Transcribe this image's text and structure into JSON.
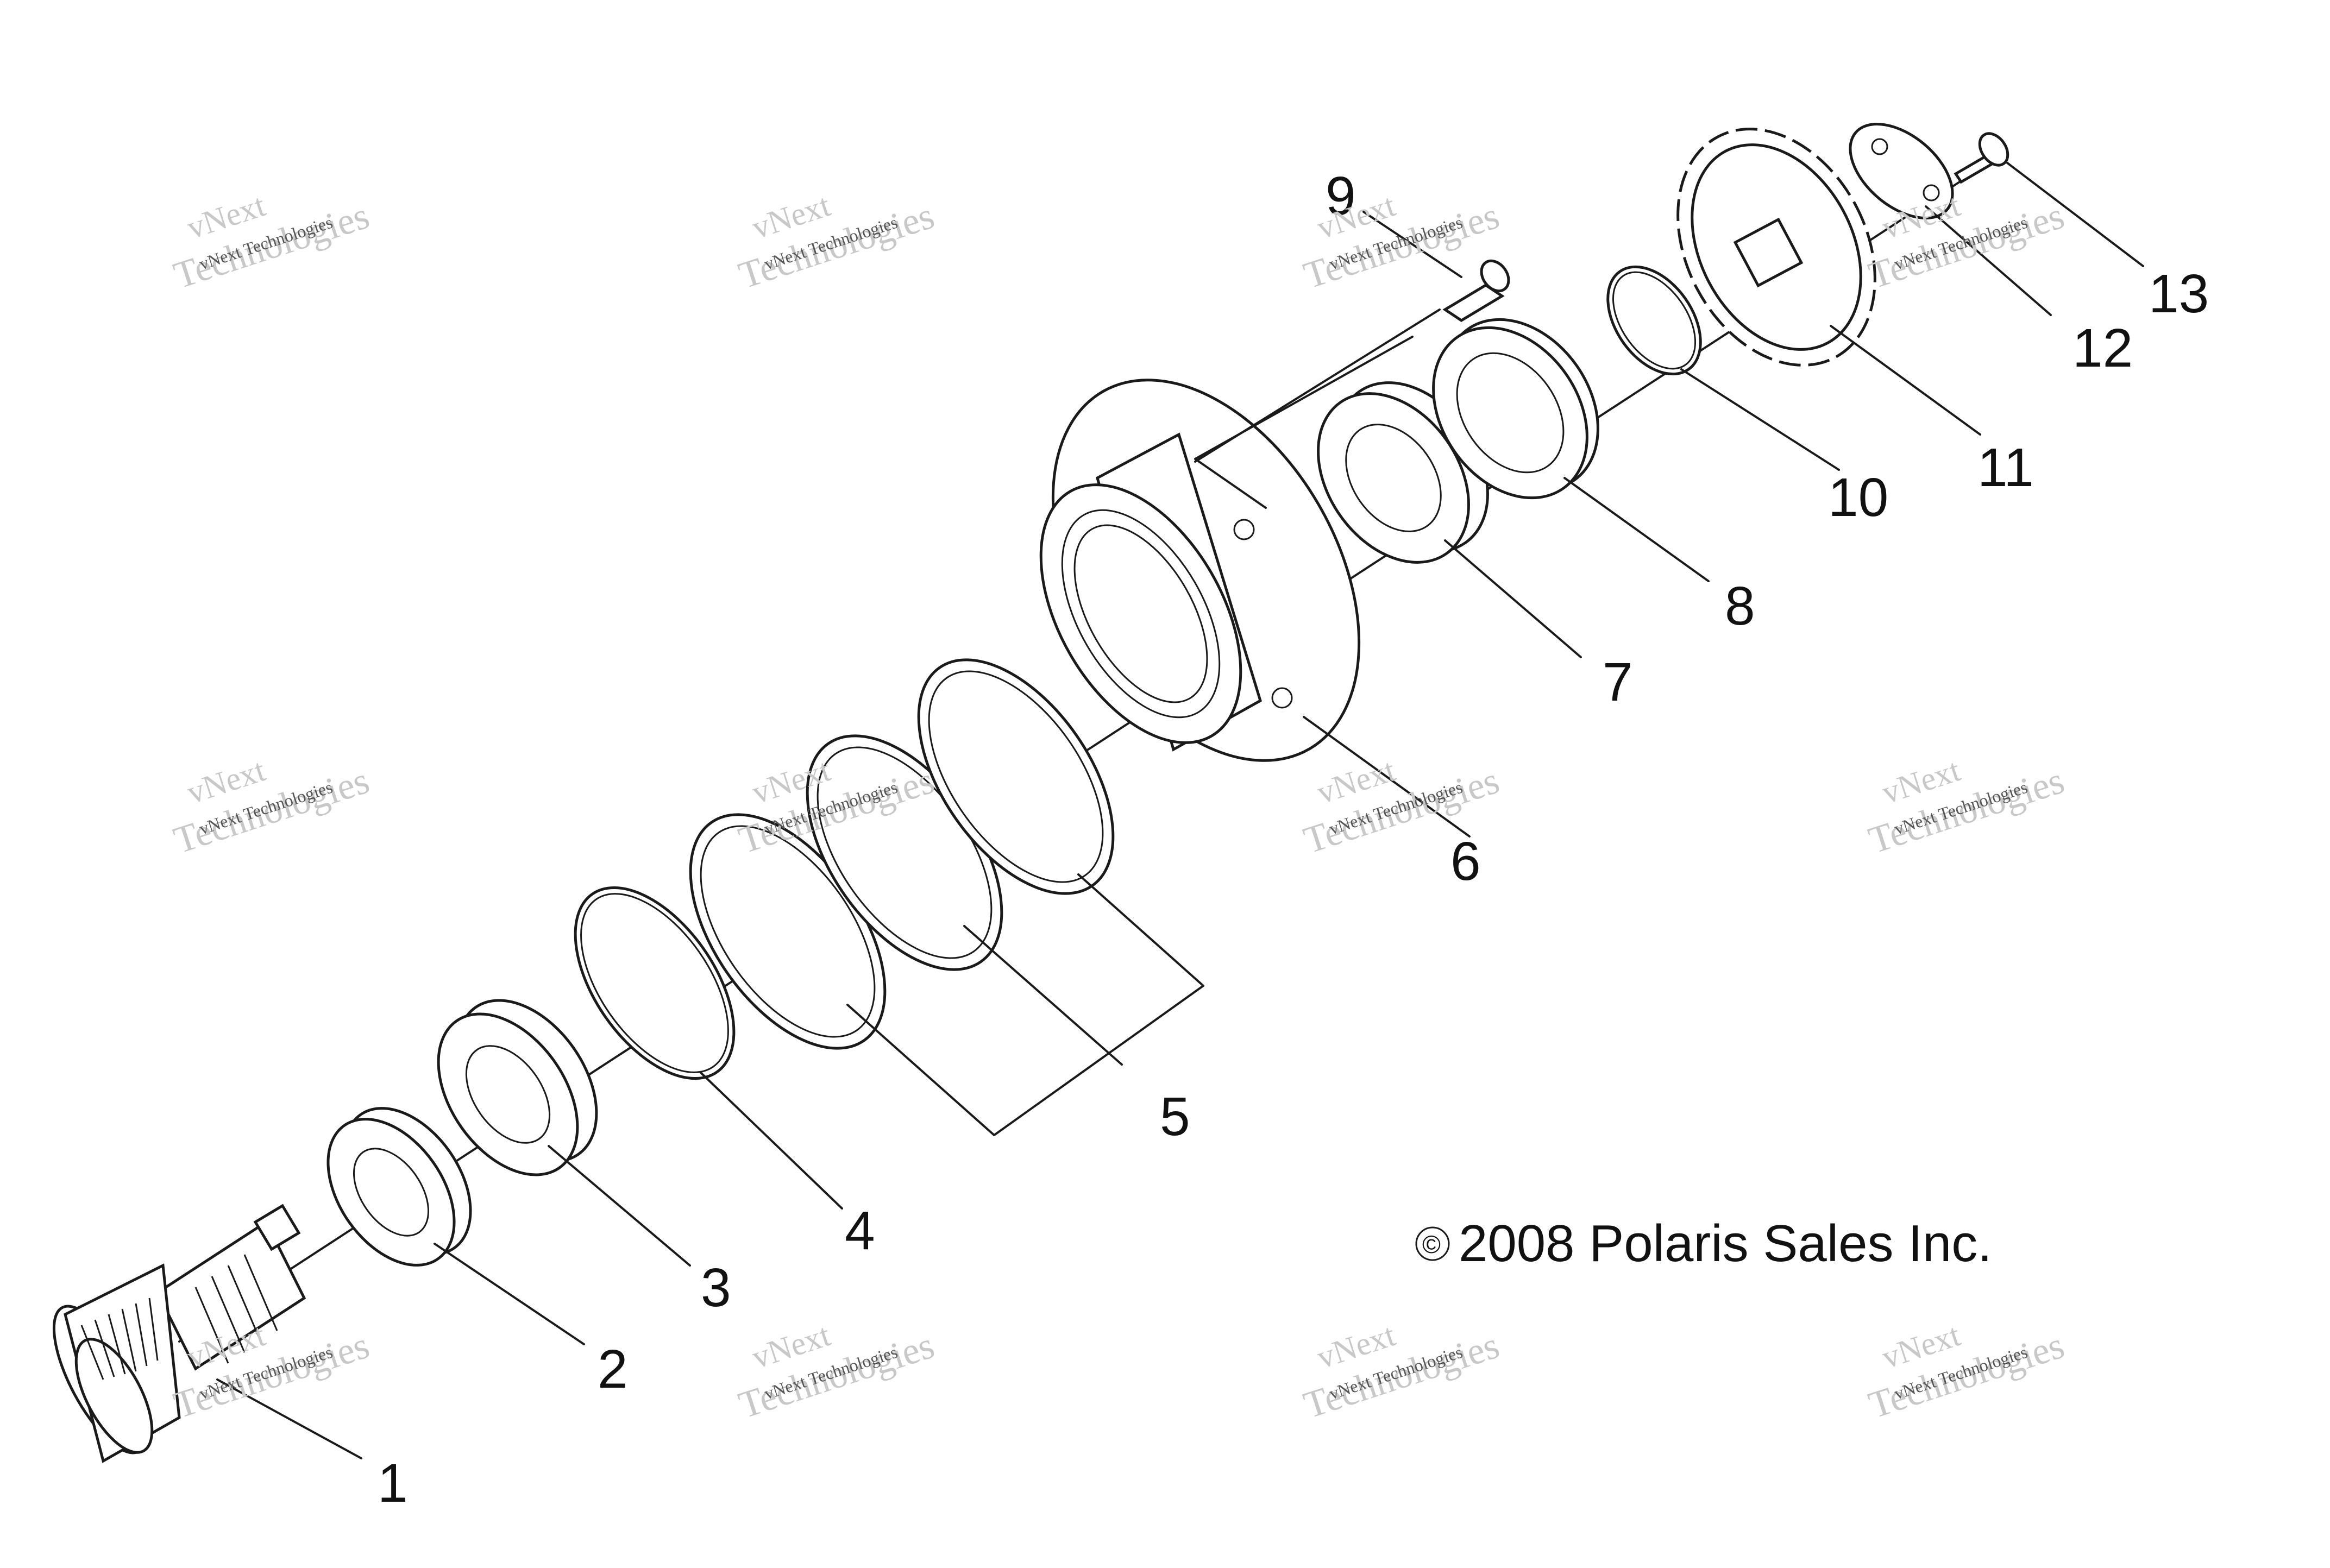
{
  "copyright": "2008 Polaris Sales Inc.",
  "copyright_symbol": "©",
  "watermark": {
    "line1": "vNext",
    "line2": "Technologies",
    "line3": "vNext Technologies"
  },
  "callouts": {
    "c1": "1",
    "c2": "2",
    "c3": "3",
    "c4": "4",
    "c5": "5",
    "c6": "6",
    "c7": "7",
    "c8": "8",
    "c9": "9",
    "c10": "10",
    "c11": "11",
    "c12": "12",
    "c13": "13"
  }
}
